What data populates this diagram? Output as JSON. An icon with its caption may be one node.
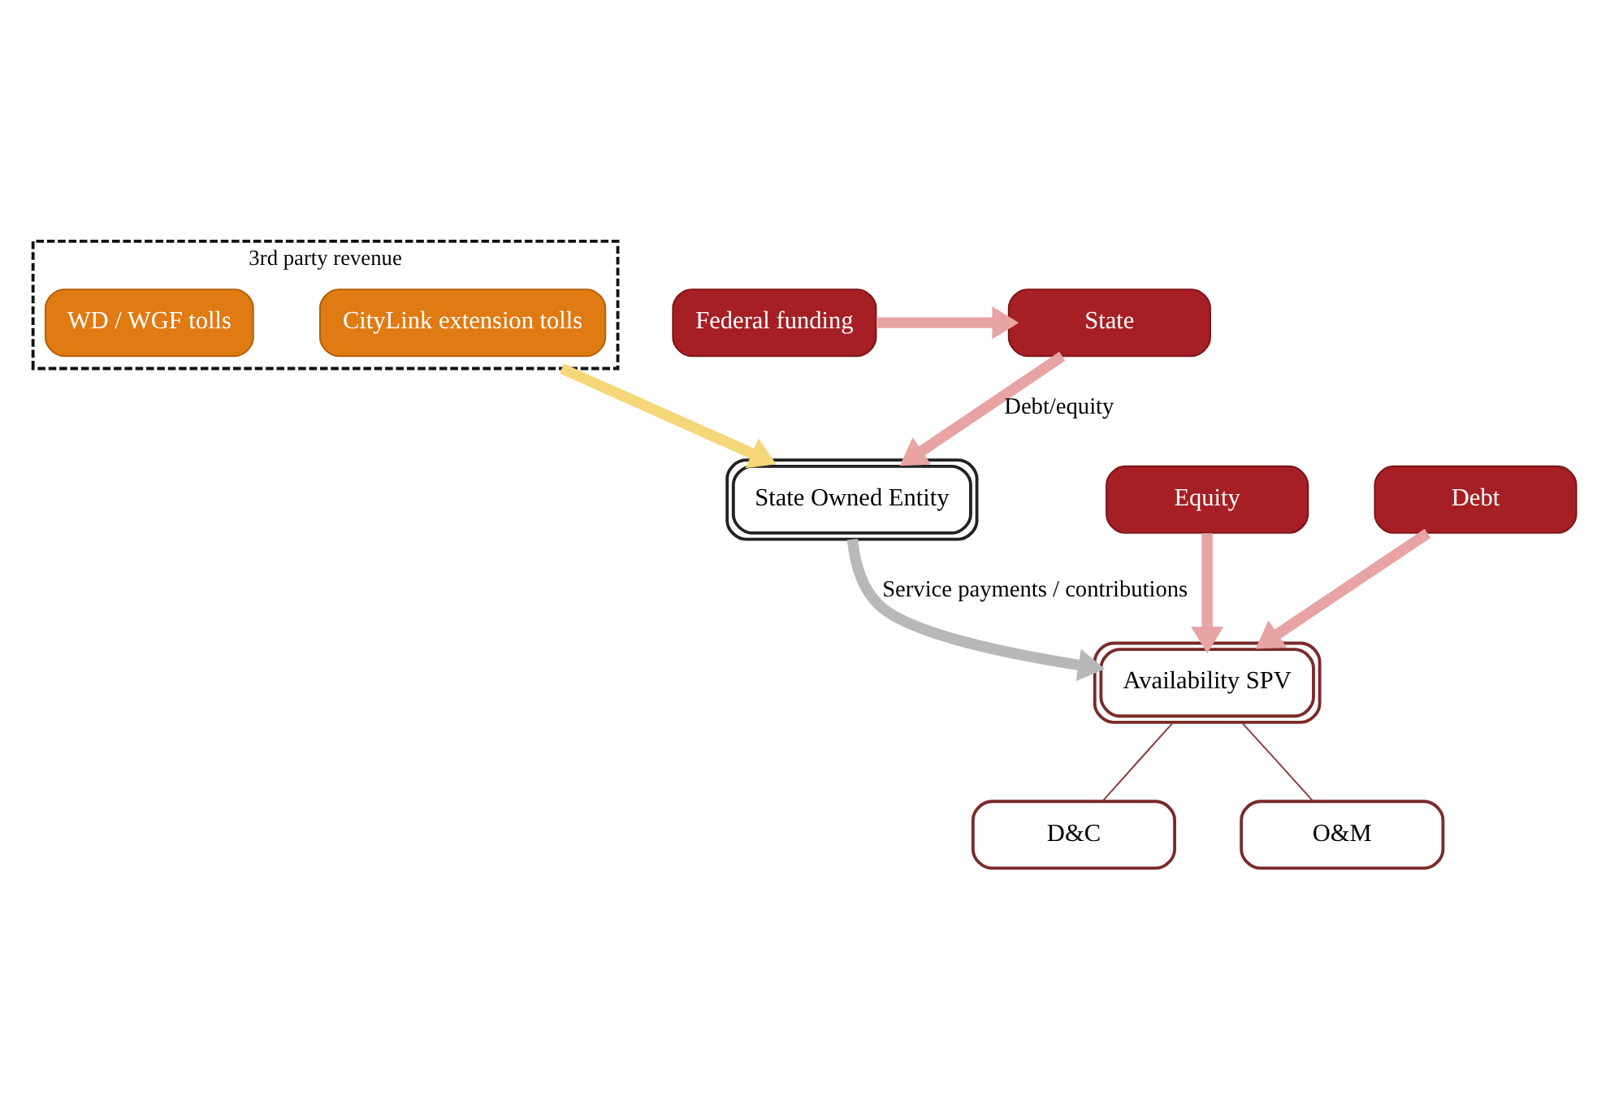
{
  "diagram": {
    "nodes": [
      {
        "text": [
          "State"
        ]
      },
      {
        "text": [
          "Federal funding"
        ]
      },
      {
        "text": [
          "3rd party revenue"
        ]
      },
      {
        "text": [
          "CityLink extension tolls"
        ],
        "in": 2
      },
      {
        "text": [
          "WD / WGF tolls"
        ],
        "in": 2
      },
      {
        "text": [
          "State Owned Entity"
        ]
      },
      {
        "text": [
          "Availability SPV"
        ]
      },
      {
        "text": [
          "Equity"
        ]
      },
      {
        "text": [
          "Debt"
        ]
      },
      {
        "text": [
          "D&C"
        ]
      },
      {
        "text": [
          "O&M"
        ]
      }
    ],
    "edges": [
      {
        "from": 1,
        "to": 0,
        "arrow": "to",
        "color": "#e8a3a3"
      },
      {
        "from": 0,
        "to": 5,
        "arrow": "to",
        "label": "Debt/equity",
        "color": "#e8a3a3"
      },
      {
        "from": 2,
        "to": 5,
        "arrow": "to",
        "color": "#f5d77a"
      },
      {
        "from": 5,
        "to": 6,
        "arrow": "to",
        "label": "Service payments / contributions",
        "color": "#b8b8b8"
      },
      {
        "from": 7,
        "to": 6,
        "arrow": "to",
        "color": "#e8a3a3"
      },
      {
        "from": 8,
        "to": 6,
        "arrow": "to",
        "color": "#e8a3a3"
      },
      {
        "from": 6,
        "to": 9,
        "arrow": "none",
        "color": "#8b3a3a"
      },
      {
        "from": 6,
        "to": 10,
        "arrow": "none",
        "color": "#8b3a3a"
      }
    ]
  }
}
